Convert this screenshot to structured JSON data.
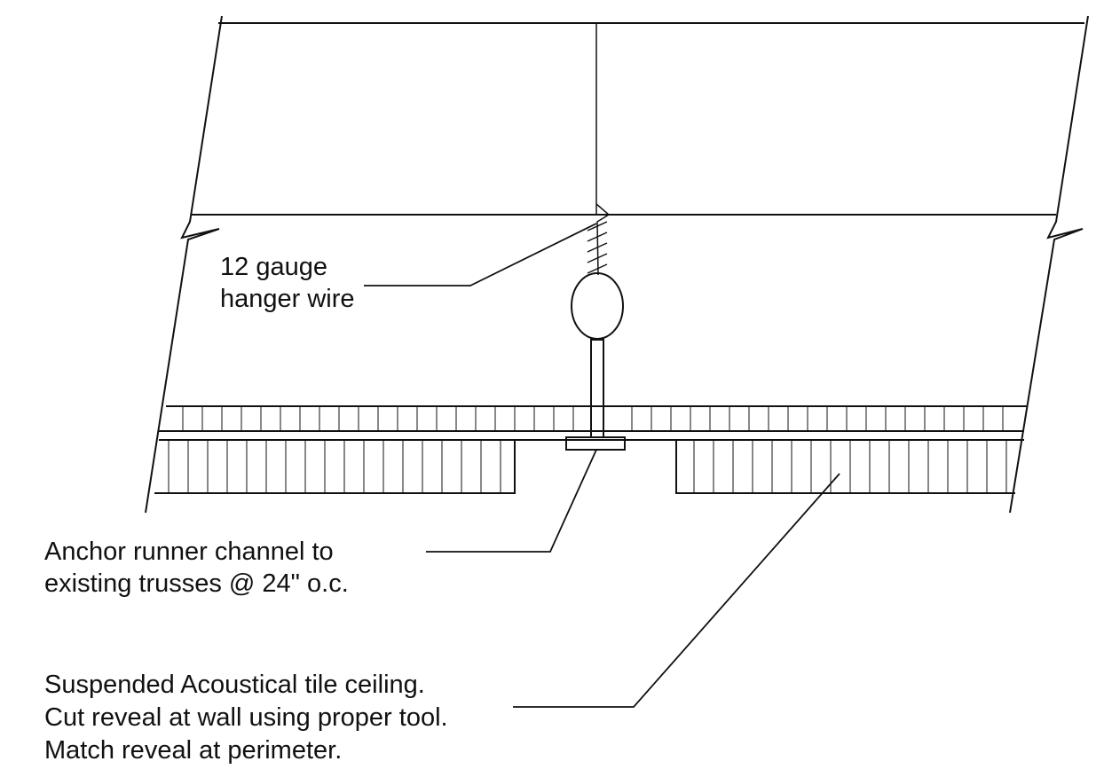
{
  "annotations": {
    "hanger_wire": [
      "12 gauge",
      "hanger wire"
    ],
    "runner_channel": [
      "Anchor runner channel to",
      "existing trusses @ 24\" o.c."
    ],
    "ceiling": [
      "Suspended Acoustical tile ceiling.",
      "Cut reveal at wall using proper tool.",
      "Match reveal at perimeter."
    ]
  },
  "colors": {
    "line": "#111111",
    "background": "#ffffff"
  }
}
